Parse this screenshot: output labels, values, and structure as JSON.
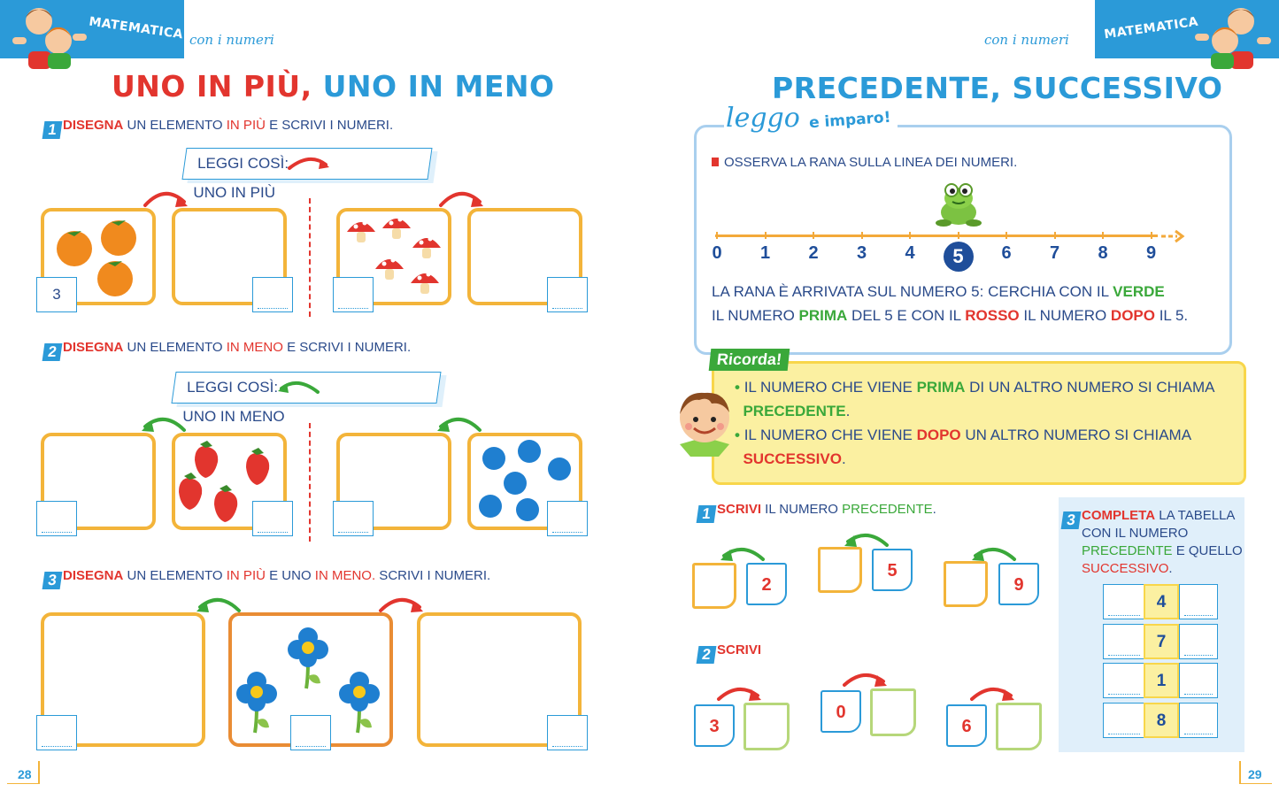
{
  "header": {
    "subject": "MATEMATICA",
    "topic": "con i numeri"
  },
  "left": {
    "title_red": "UNO IN PIÙ,",
    "title_blue": "UNO IN MENO",
    "ex1": {
      "num": "1",
      "k1": "DISEGNA",
      "t1": " UN ELEMENTO ",
      "r1": "IN PIÙ",
      "t2": " E SCRIVI I NUMERI."
    },
    "leggi1": {
      "prefix": "LEGGI COSÌ:",
      "suffix": "UNO IN PIÙ"
    },
    "ex1_given": "3",
    "ex2": {
      "num": "2",
      "k1": "DISEGNA",
      "t1": " UN ELEMENTO ",
      "r1": "IN MENO",
      "t2": " E SCRIVI I NUMERI."
    },
    "leggi2": {
      "prefix": "LEGGI COSÌ:",
      "suffix": "UNO IN MENO"
    },
    "ex3": {
      "num": "3",
      "k1": "DISEGNA",
      "t1": " UN ELEMENTO ",
      "r1": "IN PIÙ",
      "t2": " E UNO ",
      "r2": "IN MENO.",
      "t3": " SCRIVI I NUMERI."
    },
    "page_number": "28"
  },
  "right": {
    "title": "PRECEDENTE, SUCCESSIVO",
    "leggo": "leggo",
    "imparo": "e imparo!",
    "osserva": "OSSERVA LA RANA SULLA LINEA DEI NUMERI.",
    "numberline": [
      "0",
      "1",
      "2",
      "3",
      "4",
      "5",
      "6",
      "7",
      "8",
      "9"
    ],
    "frog_on": 5,
    "p1": {
      "a": "LA RANA È ARRIVATA SUL NUMERO 5: CERCHIA CON IL ",
      "g": "VERDE",
      "b": "IL NUMERO ",
      "g2": "PRIMA",
      "c": " DEL 5 E CON IL ",
      "r": "ROSSO",
      "d": " IL NUMERO ",
      "r2": "DOPO",
      "e": " IL 5."
    },
    "ricorda": "Ricorda!",
    "rem1": {
      "a": "IL NUMERO CHE VIENE ",
      "g": "PRIMA",
      "b": " DI UN ALTRO NUMERO SI CHIAMA",
      "g2": "PRECEDENTE",
      "c": "."
    },
    "rem2": {
      "a": "IL NUMERO CHE VIENE ",
      "r": "DOPO",
      "b": " UN ALTRO NUMERO SI CHIAMA",
      "r2": "SUCCESSIVO",
      "c": "."
    },
    "ex1": {
      "num": "1",
      "k": "SCRIVI",
      "t": " IL NUMERO ",
      "g": "PRECEDENTE",
      "e": ".",
      "values": [
        "2",
        "5",
        "9"
      ]
    },
    "ex2": {
      "num": "2",
      "k": "SCRIVI",
      "values": [
        "3",
        "0",
        "6"
      ]
    },
    "ex3": {
      "num": "3",
      "k": "COMPLETA",
      "a": " LA TABELLA",
      "b": "CON IL NUMERO",
      "g": "PRECEDENTE",
      "c": " E QUELLO",
      "r": "SUCCESSIVO",
      "d": ".",
      "values": [
        "4",
        "7",
        "1",
        "8"
      ]
    },
    "page_number": "29"
  }
}
